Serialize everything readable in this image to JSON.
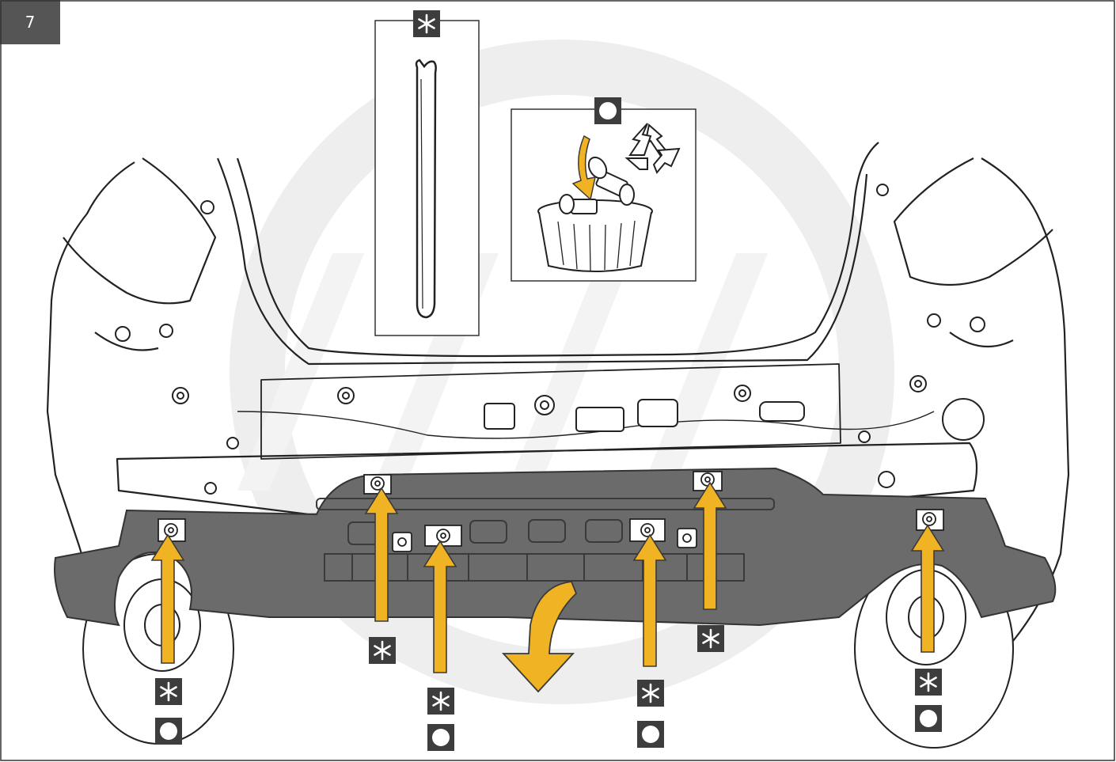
{
  "step": {
    "number": "7"
  },
  "colors": {
    "arrow": "#f0b323",
    "arrow_outline": "#3a3a3a",
    "plate": "#6b6b6b",
    "plate_dark": "#555555",
    "line": "#222222",
    "marker_bg": "#3d3d3d",
    "watermark": "#e9e9e9"
  },
  "markers": {
    "star_icon": "asterisk-tool-icon",
    "circle_icon": "replace-clip-icon"
  },
  "tool_panel": {
    "icon": "trim-removal-tool-icon",
    "marker": "star"
  },
  "disposal_panel": {
    "icons": [
      "recycle-icon",
      "waste-bin-icon",
      "push-clip-icon"
    ],
    "marker": "circle"
  },
  "fastener_arrows": [
    {
      "name": "arrow-left-outer",
      "markers": [
        "star",
        "circle"
      ]
    },
    {
      "name": "arrow-left-inner",
      "markers": [
        "star"
      ]
    },
    {
      "name": "arrow-center-left",
      "markers": [
        "star",
        "circle"
      ]
    },
    {
      "name": "arrow-center-right",
      "markers": [
        "star",
        "circle"
      ]
    },
    {
      "name": "arrow-right-inner",
      "markers": [
        "star"
      ]
    },
    {
      "name": "arrow-right-outer",
      "markers": [
        "star",
        "circle"
      ]
    }
  ],
  "removal_direction": "down"
}
